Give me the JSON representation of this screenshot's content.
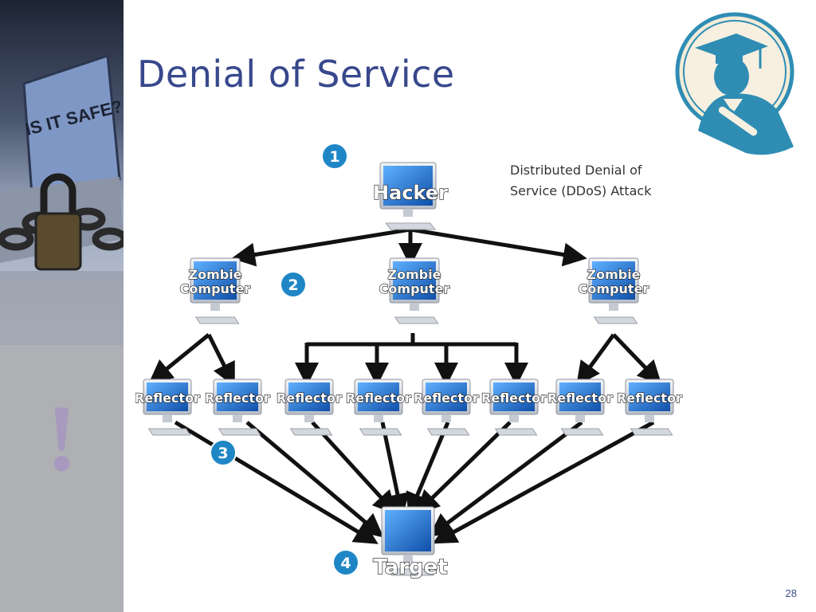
{
  "slide": {
    "title": "Denial of Service",
    "page_number": "28",
    "left_photo_text": "IS IT SAFE?",
    "exclamation": "!"
  },
  "diagram": {
    "caption_line1": "Distributed Denial of",
    "caption_line2": "Service (DDoS) Attack",
    "step_numbers": [
      "1",
      "2",
      "3",
      "4"
    ],
    "hacker_label": "Hacker",
    "zombie_label_line1": "Zombie",
    "zombie_label_line2": "Computer",
    "zombie_count": 3,
    "reflector_label": "Reflector",
    "reflector_count": 8,
    "target_label": "Target"
  },
  "colors": {
    "title": "#38488c",
    "badge": "#1f86c6",
    "screen": "#1f73c7",
    "arrow": "#111111",
    "page_number": "#3a4d86"
  }
}
